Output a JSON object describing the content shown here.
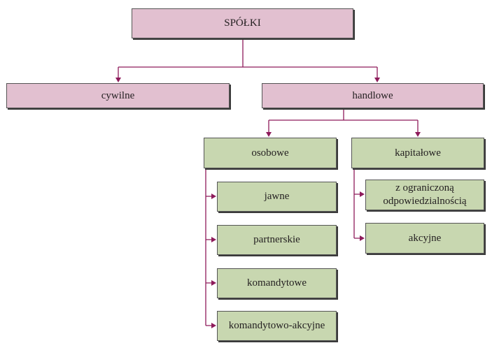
{
  "diagram": {
    "root": {
      "label": "SPÓŁKI"
    },
    "level1": {
      "civil": {
        "label": "cywilne"
      },
      "commercial": {
        "label": "handlowe"
      }
    },
    "level2": {
      "partnership": {
        "label": "osobowe"
      },
      "capital": {
        "label": "kapitałowe"
      }
    },
    "partnership_types": [
      {
        "label": "jawne"
      },
      {
        "label": "partnerskie"
      },
      {
        "label": "komandytowe"
      },
      {
        "label": "komandytowo-akcyjne"
      }
    ],
    "capital_types": [
      {
        "label": "z ograniczoną odpowiedzialnością"
      },
      {
        "label": "akcyjne"
      }
    ]
  },
  "colors": {
    "pink_box": "#e2c0d0",
    "green_box": "#c8d7b0",
    "connector": "#8e1b5b"
  }
}
